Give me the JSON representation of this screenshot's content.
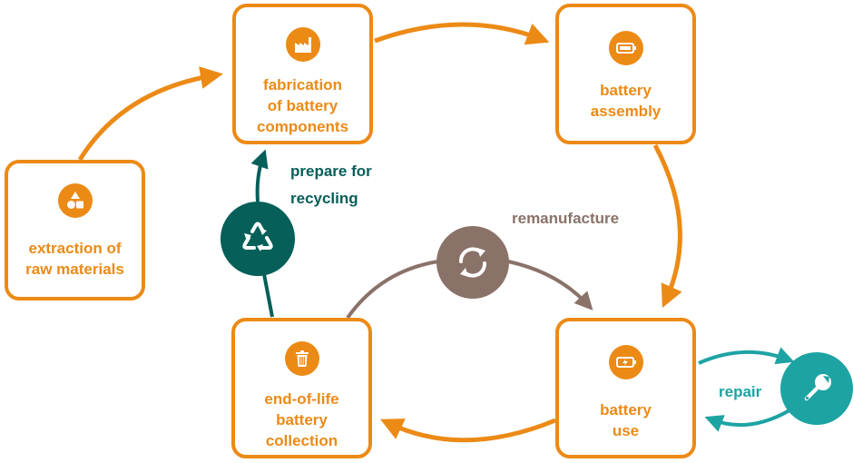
{
  "colors": {
    "primary": "#ec8a16",
    "recycle": "#065f59",
    "remanufacture": "#8a7269",
    "repair": "#1ea3a3"
  },
  "stages": {
    "extraction": {
      "label": "extraction of\nraw materials",
      "icon": "shapes-icon"
    },
    "fabrication": {
      "label": "fabrication\nof battery\ncomponents",
      "icon": "factory-icon"
    },
    "assembly": {
      "label": "battery\nassembly",
      "icon": "battery-icon"
    },
    "use": {
      "label": "battery\nuse",
      "icon": "battery-charging-icon"
    },
    "collection": {
      "label": "end-of-life\nbattery\ncollection",
      "icon": "trash-icon"
    }
  },
  "loops": {
    "recycling": {
      "label": "prepare for\nrecycling",
      "icon": "recycle-icon"
    },
    "remanufacture": {
      "label": "remanufacture",
      "icon": "refresh-icon"
    },
    "repair": {
      "label": "repair",
      "icon": "wrench-icon"
    }
  }
}
